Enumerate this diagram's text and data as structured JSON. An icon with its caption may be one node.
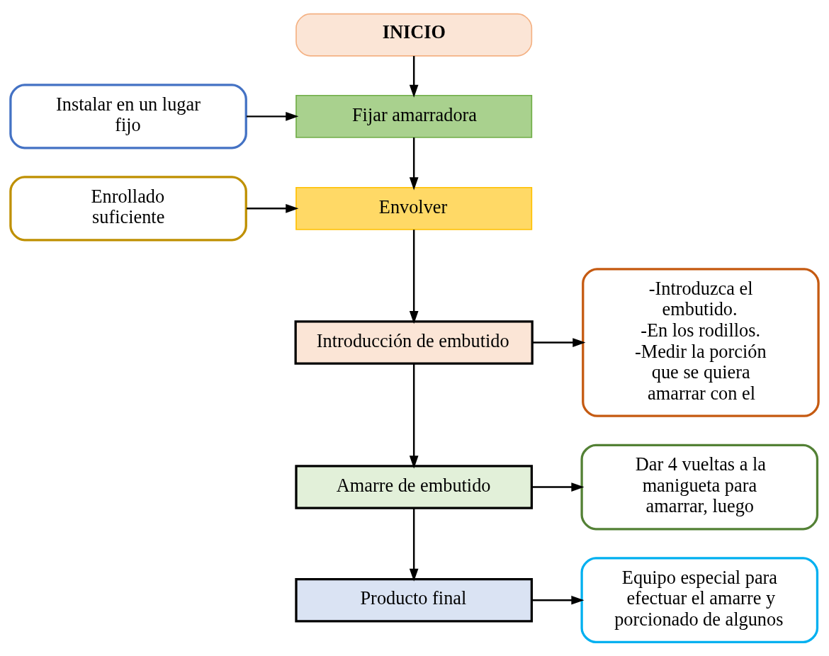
{
  "diagram": {
    "nodes": [
      {
        "text": [
          "INICIO"
        ]
      },
      {
        "text": [
          "Instalar en un lugar fijo"
        ]
      },
      {
        "text": [
          "Fijar amarradora"
        ]
      },
      {
        "text": [
          "Enrollado suficiente"
        ]
      },
      {
        "text": [
          "Envolver"
        ]
      },
      {
        "text": [
          "-Introduzca el embutido.",
          "-En los rodillos.",
          "-Medir la porción que se quiera amarrar con el"
        ]
      },
      {
        "text": [
          "Introducción de embutido"
        ]
      },
      {
        "text": [
          "Dar 4 vueltas a la manigueta para amarrar, luego"
        ]
      },
      {
        "text": [
          "Amarre de embutido"
        ]
      },
      {
        "text": [
          "Producto final"
        ]
      },
      {
        "text": [
          "Equipo especial para efectuar el amarre y porcionado de algunos"
        ]
      }
    ],
    "edges": [
      {
        "from": 0,
        "to": 2,
        "arrow": "to"
      },
      {
        "from": 1,
        "to": 2,
        "arrow": "to"
      },
      {
        "from": 2,
        "to": 4,
        "arrow": "to"
      },
      {
        "from": 3,
        "to": 4,
        "arrow": "to"
      },
      {
        "from": 4,
        "to": 6,
        "arrow": "to"
      },
      {
        "from": 6,
        "to": 5,
        "arrow": "to"
      },
      {
        "from": 6,
        "to": 8,
        "arrow": "to"
      },
      {
        "from": 8,
        "to": 7,
        "arrow": "to"
      },
      {
        "from": 8,
        "to": 9,
        "arrow": "to"
      },
      {
        "from": 9,
        "to": 10,
        "arrow": "to"
      }
    ]
  }
}
